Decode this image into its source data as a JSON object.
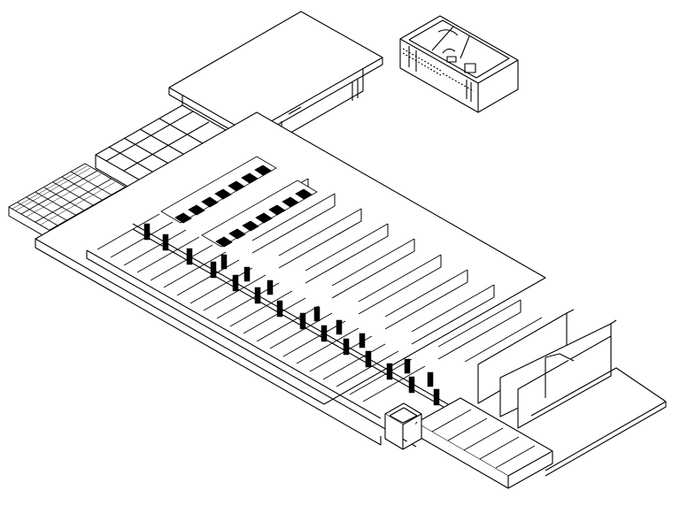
{
  "drawing": {
    "colors": {
      "background": "#ffffff",
      "line": "#000000",
      "solid_fill": "#000000"
    },
    "blocks": {
      "top_roof_building": "roof-box",
      "detached_building": "small-detached-building",
      "left_grid_block": "left-grid-block",
      "middle_block": "middle-bays",
      "main_slab": "main-slab-with-bays",
      "ramp_area": "ramp-walls",
      "lower_right_bay": "lower-right-bay",
      "small_box": "small-box"
    }
  }
}
